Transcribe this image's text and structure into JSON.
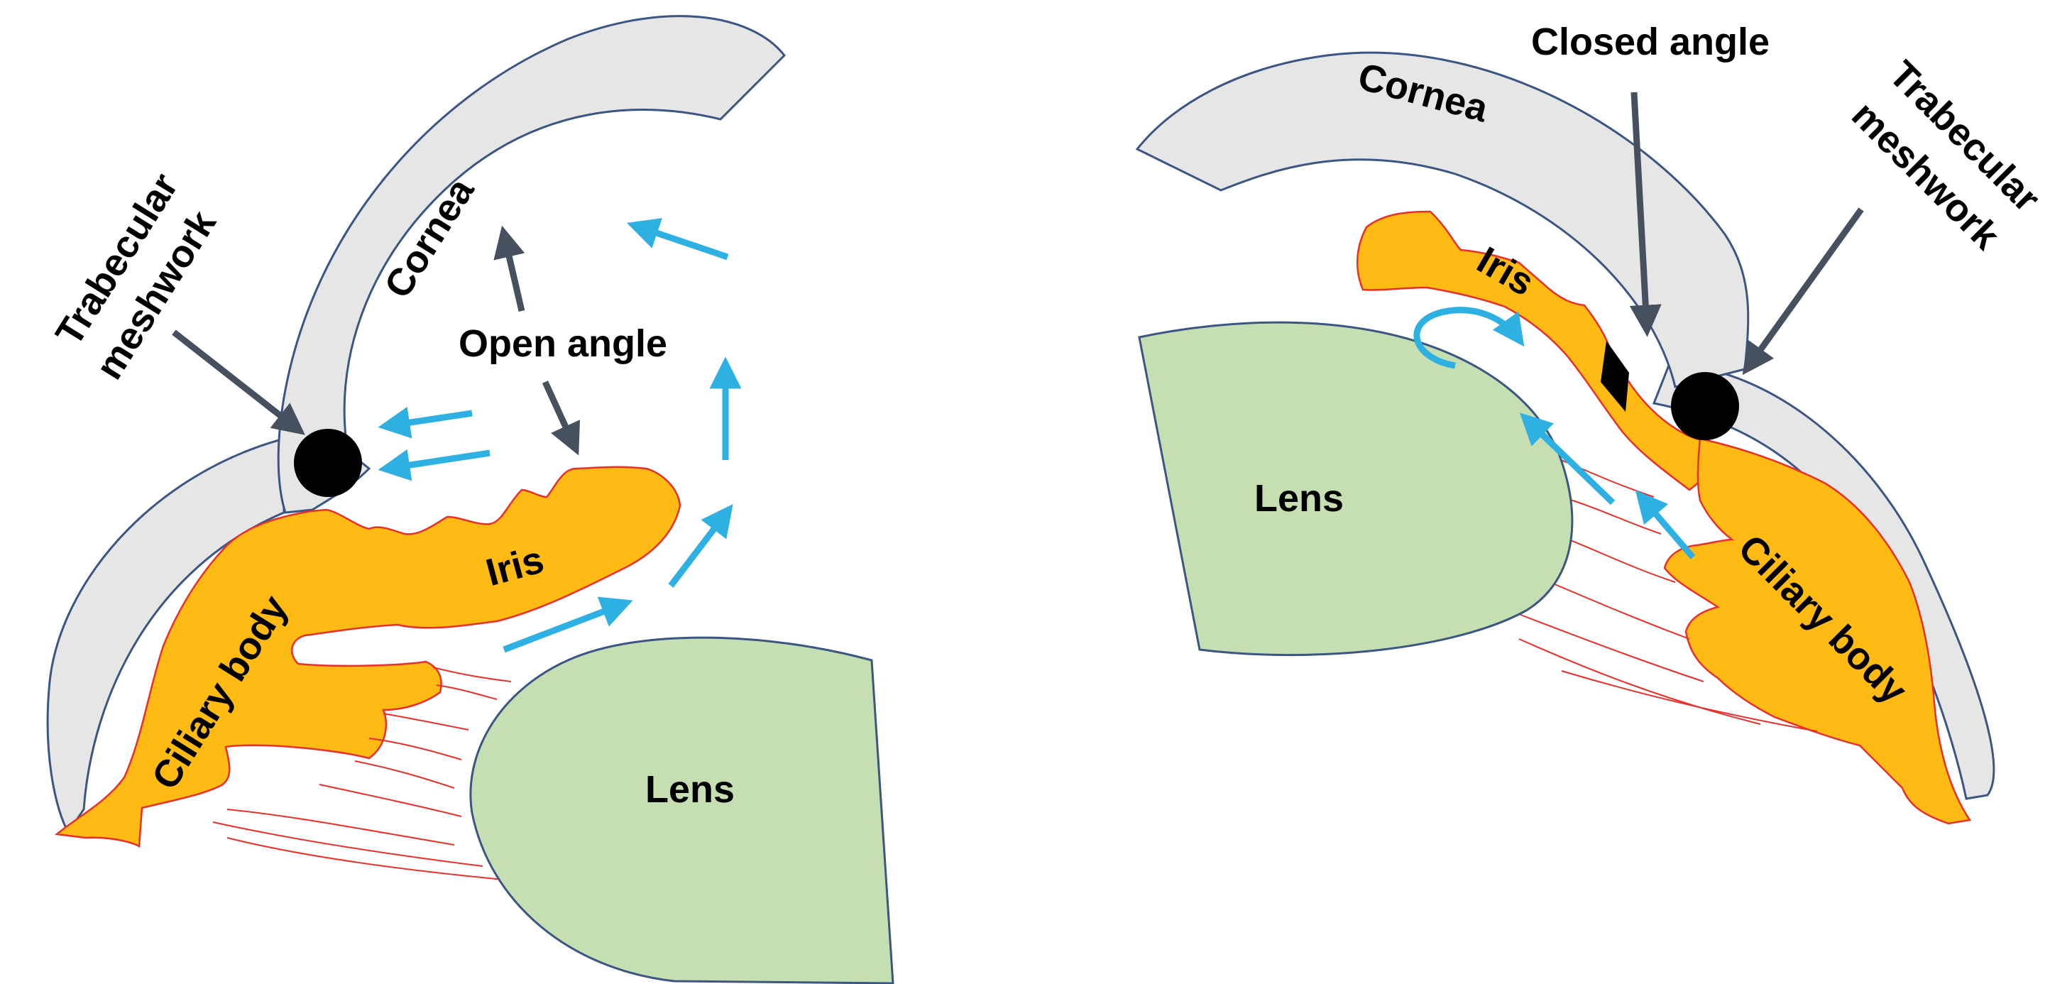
{
  "figure": {
    "open_angle_panel": {
      "cornea": "Cornea",
      "trabecular_line1": "Trabecular",
      "trabecular_line2": "meshwork",
      "angle": "Open angle",
      "iris": "Iris",
      "ciliary_body": "Ciliary body",
      "lens": "Lens"
    },
    "closed_angle_panel": {
      "cornea": "Cornea",
      "angle": "Closed angle",
      "trabecular_line1": "Trabecular",
      "trabecular_line2": "meshwork",
      "iris": "Iris",
      "ciliary_body": "Ciliary body",
      "lens": "Lens"
    }
  },
  "colors": {
    "cornea_fill": "#e6e6e6",
    "outline": "#3b5683",
    "tissue_fill": "#ffbb14",
    "tissue_outline": "#e8302b",
    "lens_fill": "#c5deb2",
    "flow_arrow": "#2fb0e3",
    "pointer_arrow": "#46505e",
    "meshwork": "#000000",
    "zonule": "#e8302b"
  }
}
